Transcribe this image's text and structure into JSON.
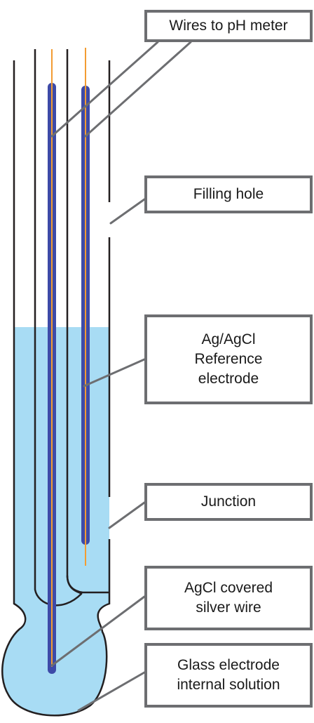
{
  "colors": {
    "solution": "#a8dcf4",
    "outline": "#231f20",
    "electrode": "#3d4aa8",
    "wire": "#f39c32",
    "leader": "#6d6e71",
    "box_border": "#6d6e71"
  },
  "labels": {
    "wires": "Wires to pH meter",
    "filling_hole": "Filling hole",
    "reference": "Ag/AgCl\nReference\nelectrode",
    "junction": "Junction",
    "agcl_wire": "AgCl covered\nsilver wire",
    "internal_solution": "Glass electrode\ninternal solution"
  }
}
